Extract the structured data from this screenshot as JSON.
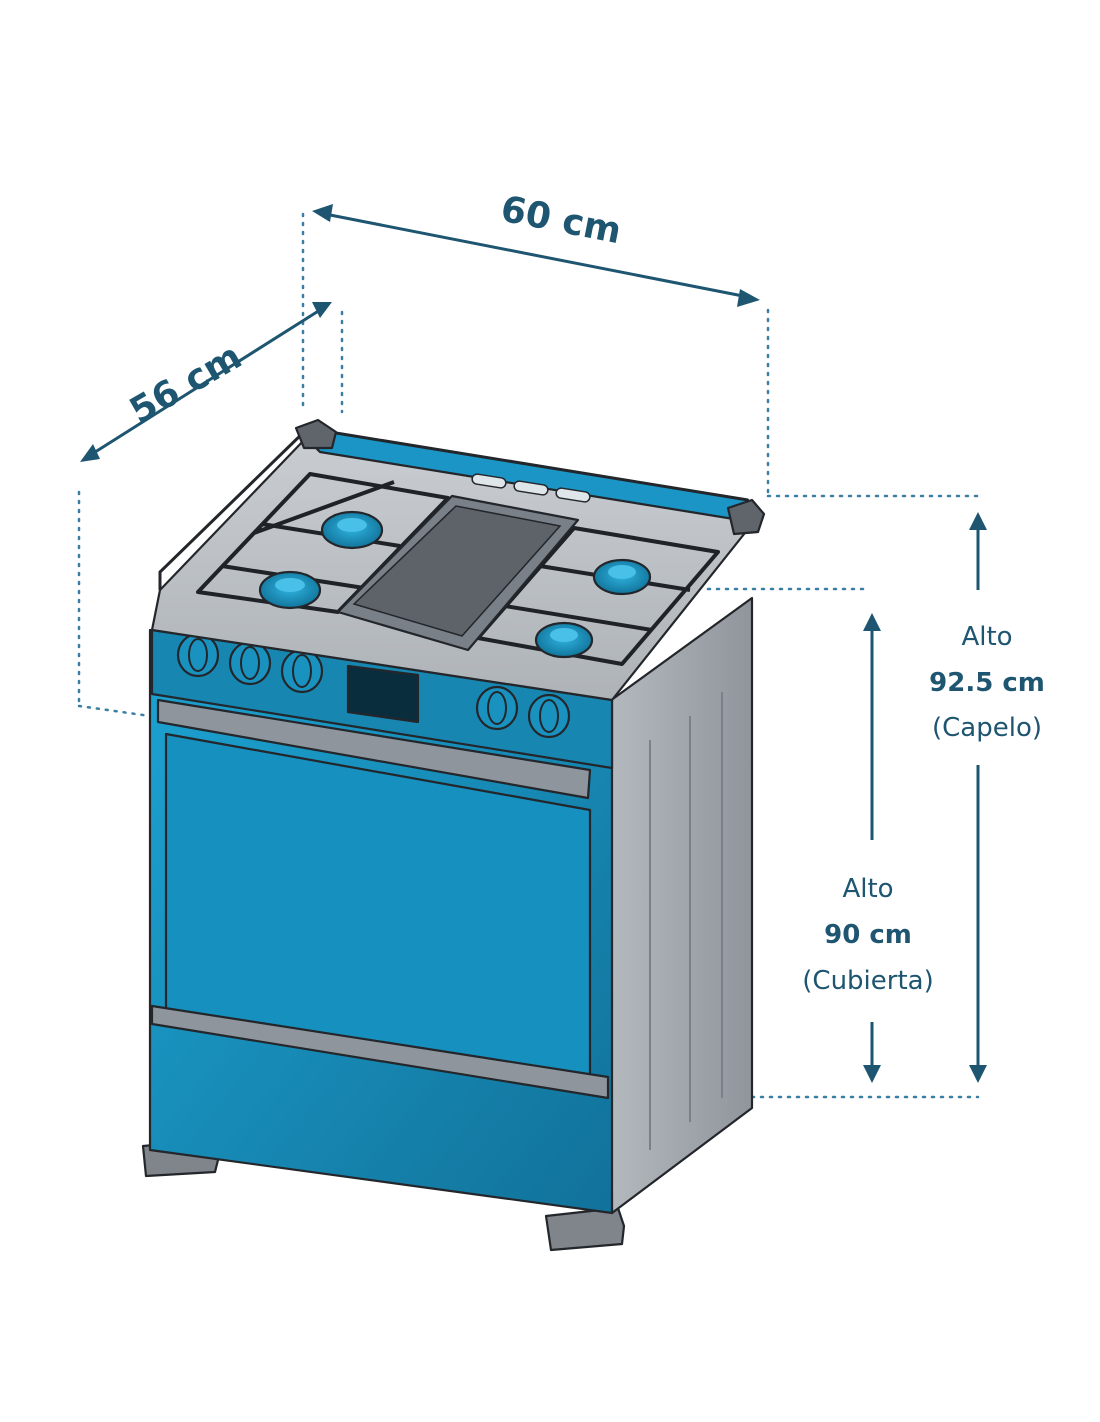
{
  "dimensions": {
    "width": {
      "value": "60 cm"
    },
    "depth": {
      "value": "56 cm"
    },
    "height_hood": {
      "label": "Alto",
      "value": "92.5 cm",
      "note": "(Capelo)"
    },
    "height_top": {
      "label": "Alto",
      "value": "90 cm",
      "note": "(Cubierta)"
    }
  },
  "colors": {
    "appliance_blue": "#1a8db8",
    "appliance_blue_dark": "#136f93",
    "steel_grey": "#a3a8ad",
    "dimension_ink": "#1e5570"
  }
}
